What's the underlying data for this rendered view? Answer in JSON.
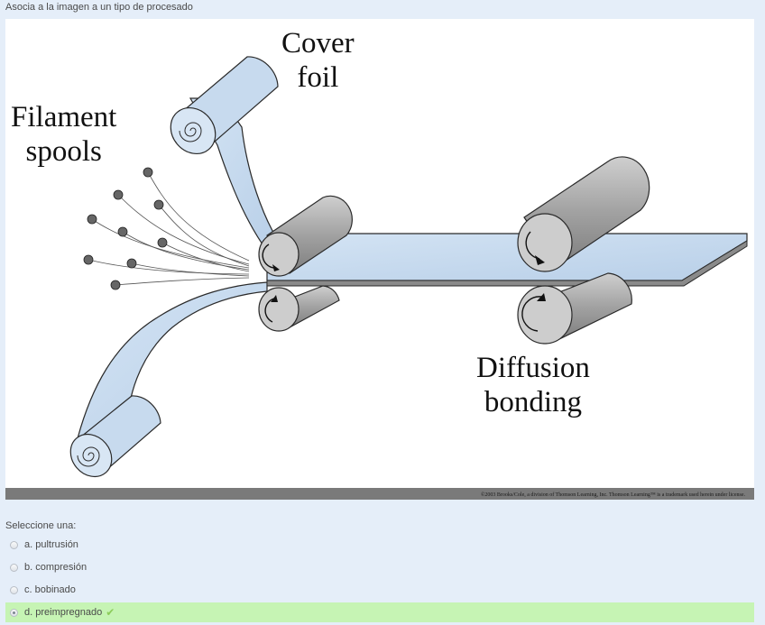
{
  "question": {
    "text": "Asocia a la imagen a un tipo de procesado"
  },
  "figure": {
    "labels": {
      "cover_foil_line1": "Cover",
      "cover_foil_line2": "foil",
      "filament_line1": "Filament",
      "filament_line2": "spools",
      "diffusion_line1": "Diffusion",
      "diffusion_line2": "bonding"
    },
    "copyright": "©2003 Brooks/Cole, a division of Thomson Learning, Inc. Thomson Learning™ is a trademark used herein under license."
  },
  "answer": {
    "prompt": "Seleccione una:",
    "options": [
      {
        "label": "a. pultrusión",
        "selected": false
      },
      {
        "label": "b. compresión",
        "selected": false
      },
      {
        "label": "c. bobinado",
        "selected": false
      },
      {
        "label": "d. preimpregnado",
        "selected": true
      }
    ],
    "correct_icon": "check-icon"
  },
  "colors": {
    "page_background": "#e5eef9",
    "selected_background": "#c6f4b4",
    "foil_fill": "#c7daee",
    "roller_fill": "#a3a3a3",
    "check": "#8ccc5a"
  }
}
